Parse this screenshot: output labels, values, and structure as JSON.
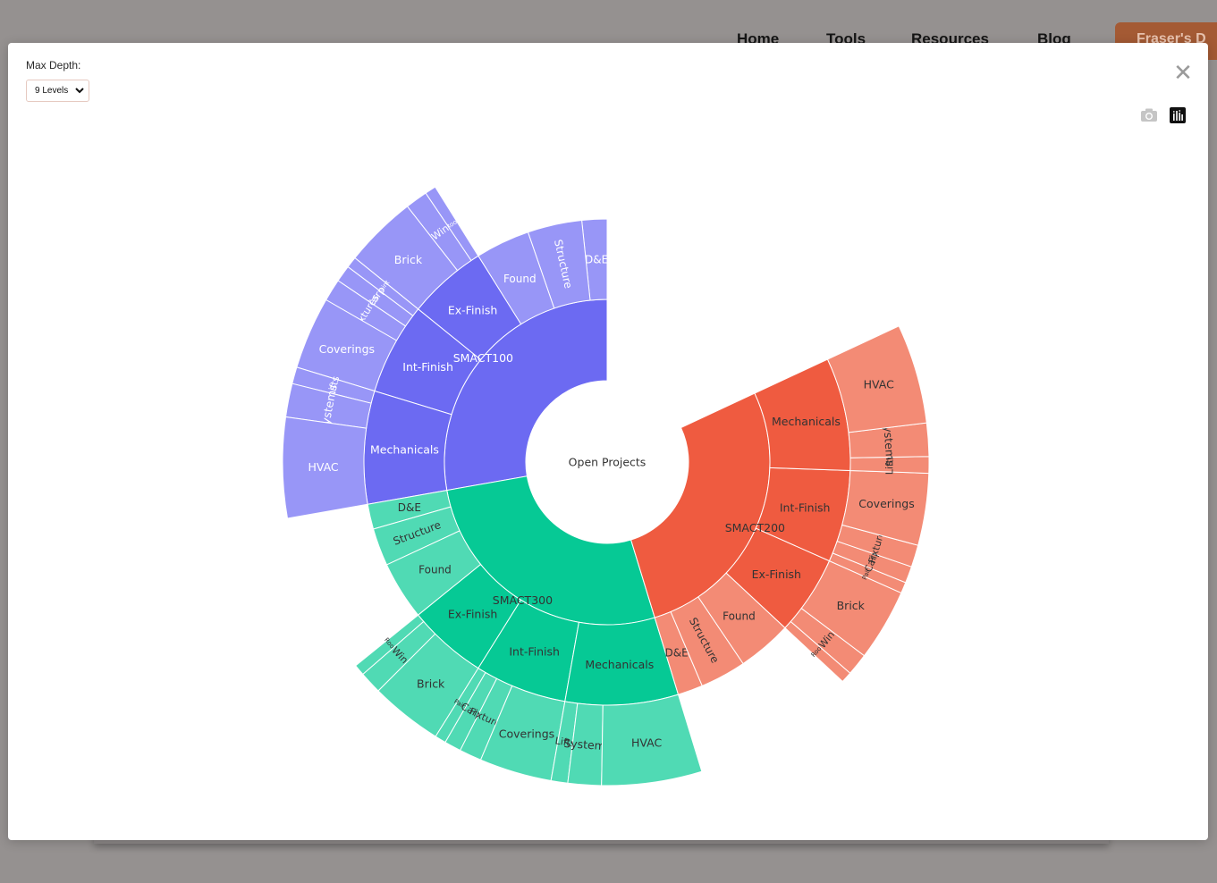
{
  "nav": {
    "links": [
      "Home",
      "Tools",
      "Resources",
      "Blog"
    ],
    "cta": "Fraser's D"
  },
  "modal": {
    "max_depth_label": "Max Depth:",
    "depth_select_value": "9 Levels",
    "close_icon": "close-icon",
    "camera_icon": "camera-icon",
    "plotly_logo_icon": "plotly-logo-icon"
  },
  "colors": {
    "SMACT100": "#6c6af2",
    "SMACT100_light": "#9896f7",
    "SMACT200": "#ef5b40",
    "SMACT200_light": "#f38b75",
    "SMACT300": "#06c995",
    "SMACT300_light": "#50dab4"
  },
  "chart_data": {
    "type": "sunburst",
    "root": "Open Projects",
    "projects": [
      {
        "name": "SMACT100",
        "phases": [
          {
            "name": "D&E",
            "deg": 6
          },
          {
            "name": "Structure",
            "deg": 13
          },
          {
            "name": "Found",
            "deg": 13
          },
          {
            "name": "Ex-Finish",
            "deg": 19,
            "children": [
              {
                "name": "Roof",
                "deg": 2
              },
              {
                "name": "Win",
                "deg": 4
              },
              {
                "name": "Brick",
                "deg": 13
              }
            ]
          },
          {
            "name": "Int-Finish",
            "deg": 22,
            "children": [
              {
                "name": "Paint",
                "deg": 2
              },
              {
                "name": "Carp",
                "deg": 3
              },
              {
                "name": "Fixtures",
                "deg": 4
              },
              {
                "name": "Coverings",
                "deg": 13
              }
            ]
          },
          {
            "name": "Mechanicals",
            "deg": 27,
            "children": [
              {
                "name": "Lifts",
                "deg": 3
              },
              {
                "name": "Systems",
                "deg": 6
              },
              {
                "name": "HVAC",
                "deg": 18
              }
            ]
          }
        ]
      },
      {
        "name": "SMACT300",
        "phases": [
          {
            "name": "D&E",
            "deg": 6
          },
          {
            "name": "Structure",
            "deg": 9
          },
          {
            "name": "Found",
            "deg": 14
          },
          {
            "name": "Ex-Finish",
            "deg": 19,
            "children": [
              {
                "name": "Roof",
                "deg": 2
              },
              {
                "name": "Win",
                "deg": 4
              },
              {
                "name": "Brick",
                "deg": 13
              }
            ]
          },
          {
            "name": "Int-Finish",
            "deg": 22,
            "children": [
              {
                "name": "Paint",
                "deg": 2
              },
              {
                "name": "Carp",
                "deg": 3
              },
              {
                "name": "Fixtures",
                "deg": 4
              },
              {
                "name": "Coverings",
                "deg": 13
              }
            ]
          },
          {
            "name": "Mechanicals",
            "deg": 27,
            "children": [
              {
                "name": "Lifts",
                "deg": 3
              },
              {
                "name": "Systems",
                "deg": 6
              },
              {
                "name": "HVAC",
                "deg": 18
              }
            ]
          }
        ]
      },
      {
        "name": "SMACT200",
        "phases": [
          {
            "name": "D&E",
            "deg": 6
          },
          {
            "name": "Structure",
            "deg": 11
          },
          {
            "name": "Found",
            "deg": 13
          },
          {
            "name": "Ex-Finish",
            "deg": 19,
            "children": [
              {
                "name": "Roof",
                "deg": 2
              },
              {
                "name": "Win",
                "deg": 4
              },
              {
                "name": "Brick",
                "deg": 13
              }
            ]
          },
          {
            "name": "Int-Finish",
            "deg": 22,
            "children": [
              {
                "name": "Paint",
                "deg": 2
              },
              {
                "name": "Carp",
                "deg": 3
              },
              {
                "name": "Fixtures",
                "deg": 4
              },
              {
                "name": "Coverings",
                "deg": 13
              }
            ]
          },
          {
            "name": "Mechanicals",
            "deg": 27,
            "children": [
              {
                "name": "Lifts",
                "deg": 3
              },
              {
                "name": "Systems",
                "deg": 6
              },
              {
                "name": "HVAC",
                "deg": 18
              }
            ]
          }
        ]
      }
    ]
  }
}
